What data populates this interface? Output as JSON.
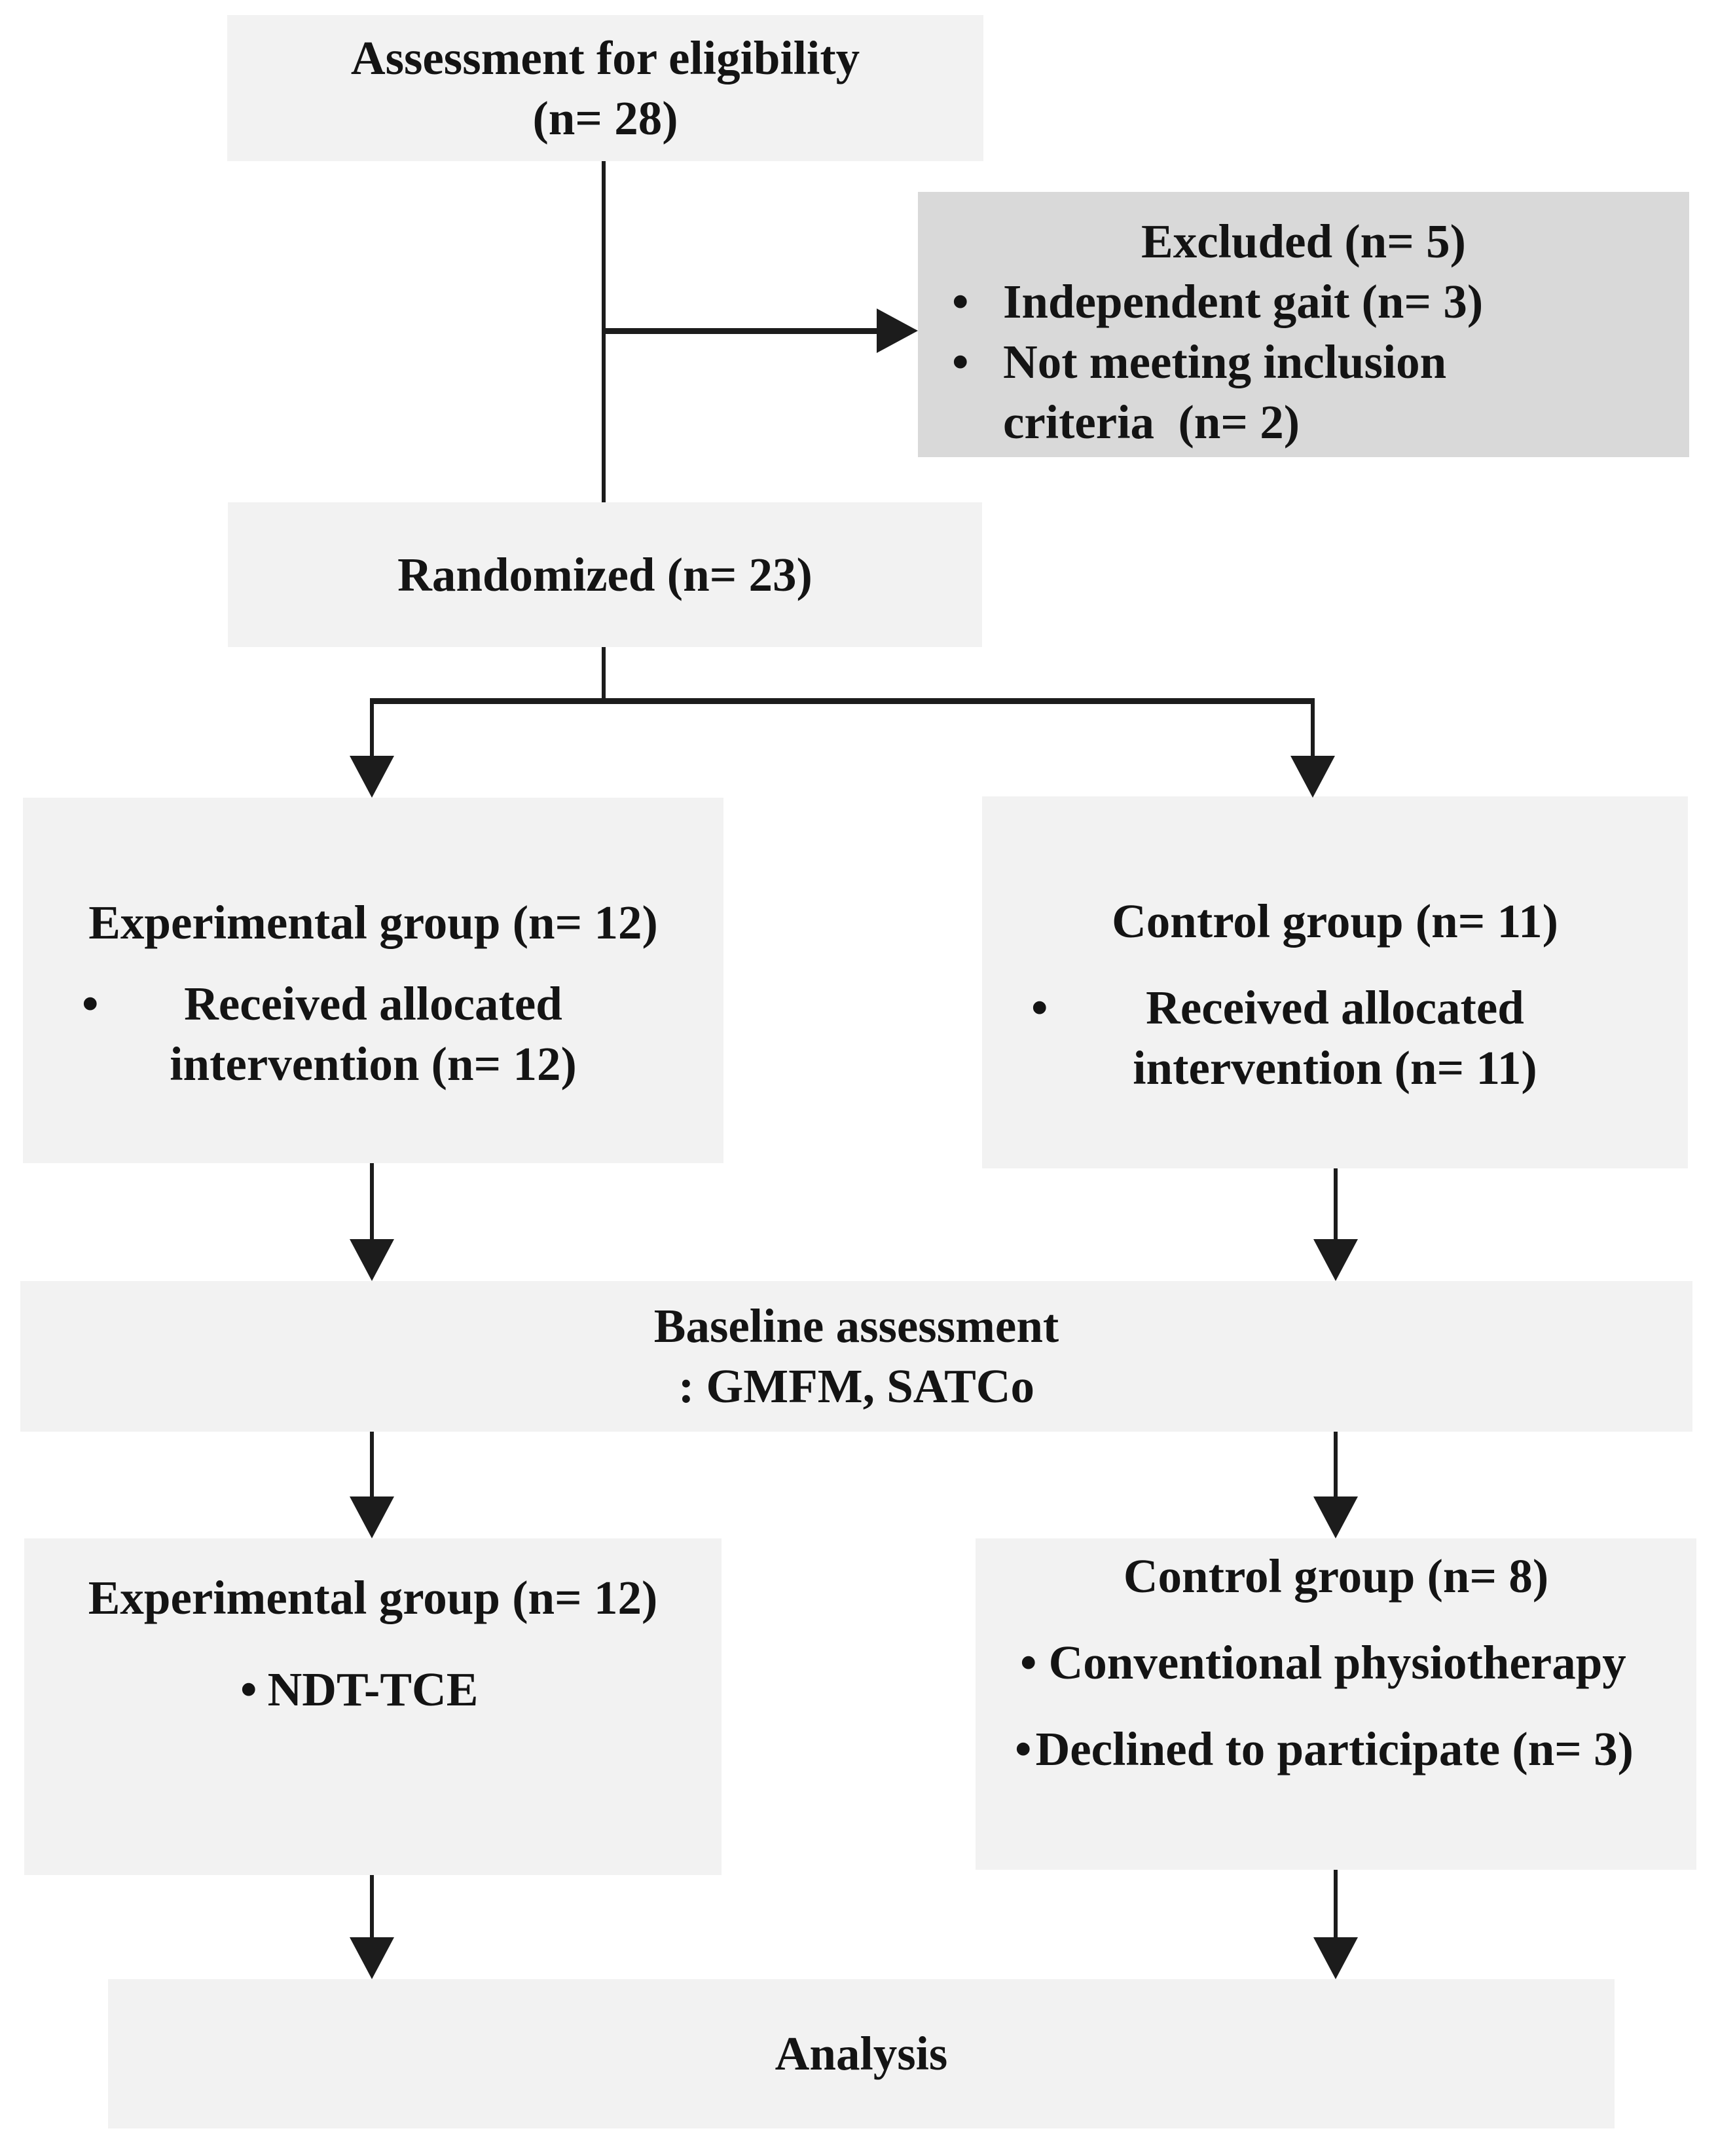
{
  "glyphs": {
    "bullet": "•"
  },
  "colors": {
    "box_light": "#f2f2f2",
    "box_dark": "#d9d9d9",
    "line": "#1c1c1c",
    "page_bg": "#ffffff",
    "text": "#141414"
  },
  "boxes": {
    "assessment": {
      "line1": "Assessment for eligibility",
      "line2": "(n= 28)"
    },
    "excluded": {
      "title": "Excluded (n= 5)",
      "items": [
        "Independent gait (n= 3)",
        "Not meeting inclusion\ncriteria  (n= 2)"
      ]
    },
    "randomized": {
      "label": "Randomized (n= 23)"
    },
    "experimental_allocation": {
      "title": "Experimental group (n= 12)",
      "items": [
        "Received allocated\nintervention (n= 12)"
      ]
    },
    "control_allocation": {
      "title": "Control group (n= 11)",
      "items": [
        "Received allocated\nintervention (n= 11)"
      ]
    },
    "baseline": {
      "line1": "Baseline assessment",
      "line2": ": GMFM, SATCo"
    },
    "experimental_intervention": {
      "title": "Experimental group (n= 12)",
      "items": [
        "NDT-TCE"
      ]
    },
    "control_intervention": {
      "title": "Control group (n= 8)",
      "items": [
        "Conventional physiotherapy",
        "Declined to participate (n= 3)"
      ]
    },
    "analysis": {
      "label": "Analysis"
    }
  }
}
